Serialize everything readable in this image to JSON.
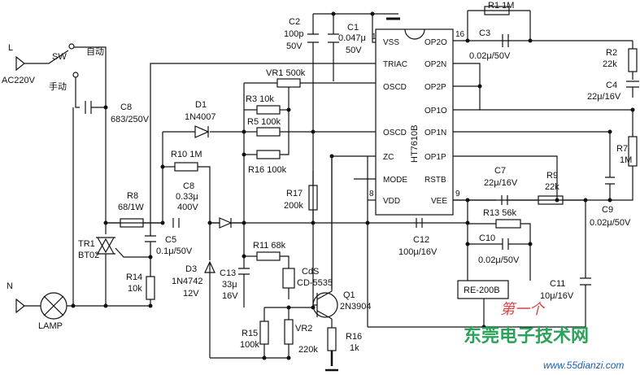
{
  "terminals": {
    "line": "L",
    "supply": "AC220V",
    "neutral": "N",
    "lamp": "LAMP"
  },
  "switch": {
    "name": "SW",
    "auto": "自动",
    "manual": "手动"
  },
  "ic": {
    "part": "HT7610B",
    "pin_vss": "VSS",
    "pin_triac": "TRIAC",
    "pin_oscd1": "OSCD",
    "pin_oscd2": "OSCD",
    "pin_zc": "ZC",
    "pin_mode": "MODE",
    "pin_vdd": "VDD",
    "pin_op2o": "OP2O",
    "pin_op2n": "OP2N",
    "pin_op2p": "OP2P",
    "pin_op1o": "OP1O",
    "pin_op1n": "OP1N",
    "pin_op1p": "OP1P",
    "pin_rstb": "RSTB",
    "pin_vee": "VEE",
    "num_1": "1",
    "num_16": "16",
    "num_8": "8",
    "num_9": "9"
  },
  "components": {
    "c2_name": "C2",
    "c2_val": "100p",
    "c2_volt": "50V",
    "c1_name": "C1",
    "c1_val": "0.047μ",
    "c1_volt": "50V",
    "r1": "R1   1M",
    "c3": "C3",
    "c3_val": "0.02μ/50V",
    "r2_name": "R2",
    "r2_val": "22k",
    "c4_name": "C4",
    "c4_val": "22μ/16V",
    "vr1": "VR1   500k",
    "r3": "R3   10k",
    "r5": "R5   100k",
    "r16": "R16   100k",
    "d1_name": "D1",
    "d1_val": "1N4007",
    "c8a_name": "C8",
    "c8a_val": "683/250V",
    "r10": "R10   1M",
    "c8b_name": "C8",
    "c8b_val": "0.33μ",
    "c8b_volt": "400V",
    "r8_name": "R8",
    "r8_val": "68/1W",
    "tr1_name": "TR1",
    "tr1_val": "BT02",
    "c5_name": "C5",
    "c5_val": "0.1μ/50V",
    "r14_name": "R14",
    "r14_val": "10k",
    "d3_name": "D3",
    "d3_val": "1N4742",
    "d3_volt": "12V",
    "c13_name": "C13",
    "c13_val": "33μ",
    "c13_volt": "16V",
    "r11": "R11   68k",
    "cds_name": "CdS",
    "cds_val": "CD-5535",
    "r17_name": "R17",
    "r17_val": "200k",
    "q1_name": "Q1",
    "q1_val": "2N3904",
    "r15_name": "R15",
    "r15_val": "100k",
    "vr2_name": "VR2",
    "vr2_val": "220k",
    "r16b_name": "R16",
    "r16b_val": "1k",
    "c12_name": "C12",
    "c12_val": "100μ/16V",
    "c7_name": "C7",
    "c7_val": "22μ/16V",
    "r13": "R13   56k",
    "r9_name": "R9",
    "r9_val": "22k",
    "c10": "C10",
    "c10_val": "0.02μ/50V",
    "re": "RE-200B",
    "r7_name": "R7",
    "r7_val": "1M",
    "c9_name": "C9",
    "c9_val": "0.02μ/50V",
    "c11_name": "C11",
    "c11_val": "10μ/16V"
  },
  "watermark": {
    "line1": "第一个",
    "line2": "东莞电子技术网",
    "line3": "www.55dianzi.com"
  }
}
